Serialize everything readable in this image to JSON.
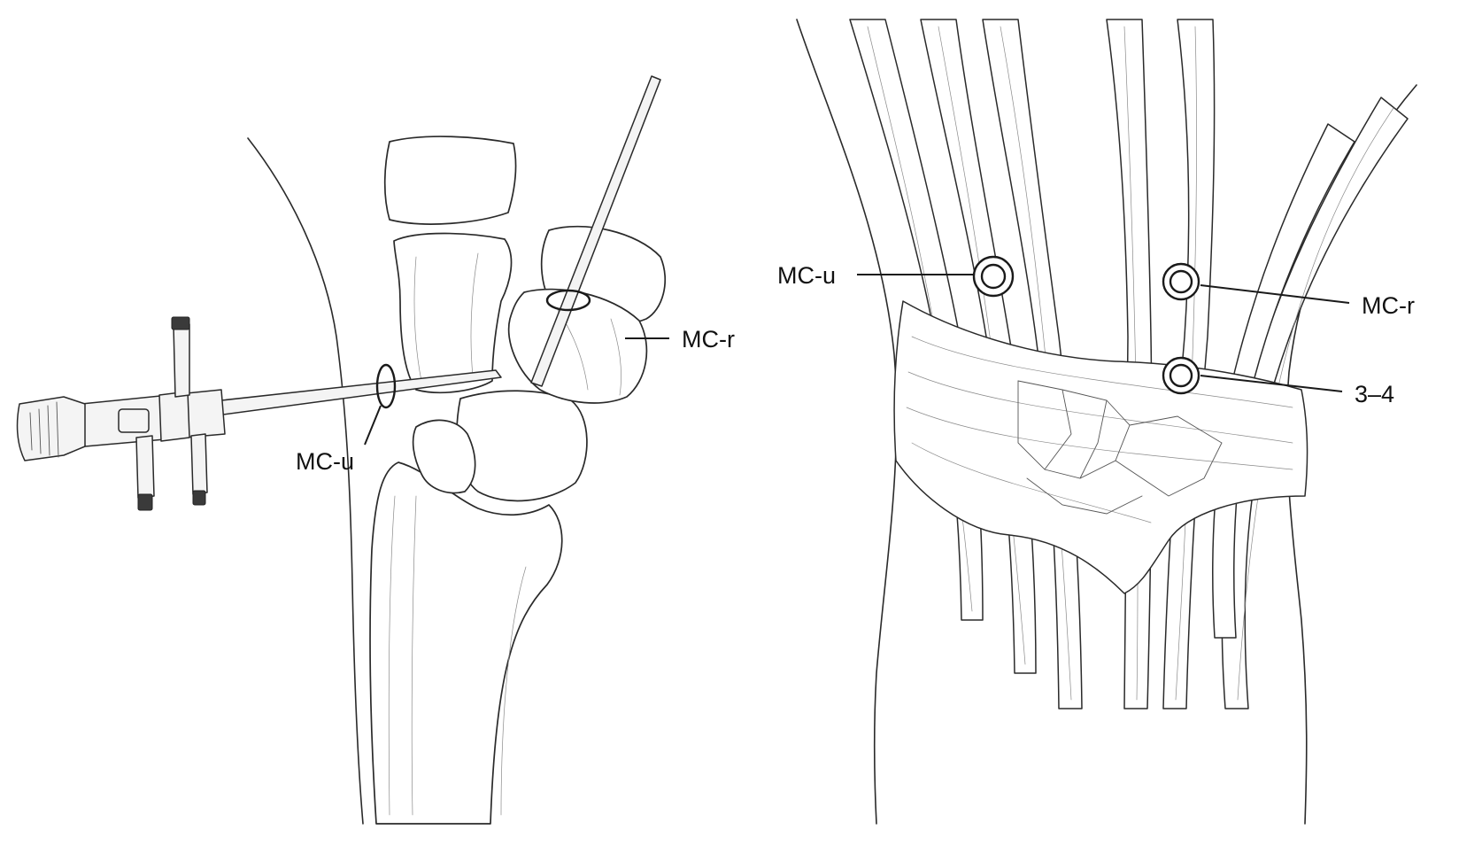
{
  "left_panel": {
    "labels": {
      "mc_r": "MC-r",
      "mc_u": "MC-u"
    }
  },
  "right_panel": {
    "labels": {
      "mc_u": "MC-u",
      "mc_r": "MC-r",
      "portal_34": "3–4"
    }
  }
}
